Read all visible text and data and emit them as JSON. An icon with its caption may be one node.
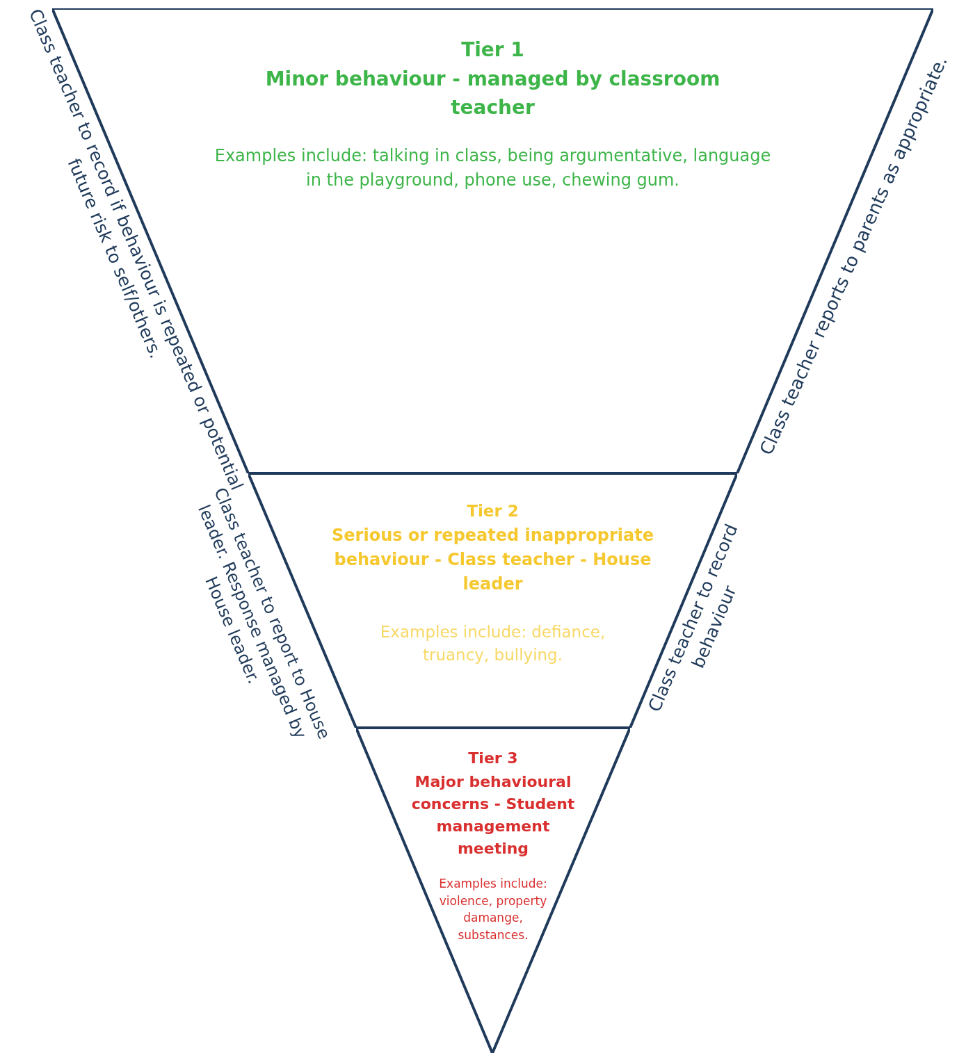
{
  "diagram": {
    "nodes": [
      {
        "text": [
          "Tier 1",
          "Minor behaviour - managed by classroom teacher",
          "Examples include: talking in class, being argumentative, language in the playground, phone use, chewing gum."
        ]
      },
      {
        "text": [
          "Tier 2",
          "Serious or repeated inappropriate behaviour - Class teacher - House leader",
          "Examples include: defiance, truancy, bullying."
        ]
      },
      {
        "text": [
          "Tier 3",
          "Major behavioural concerns - Student management meeting",
          "Examples include: violence, property damange, substances."
        ]
      }
    ],
    "labels": [
      "Class teacher to record if behaviour is repeated or potential future risk to self/others.",
      "Class teacher reports to parents as appropriate.",
      "Class teacher to report to House leader. Response managed by House leader.",
      "Class teacher to record behaviour"
    ]
  }
}
